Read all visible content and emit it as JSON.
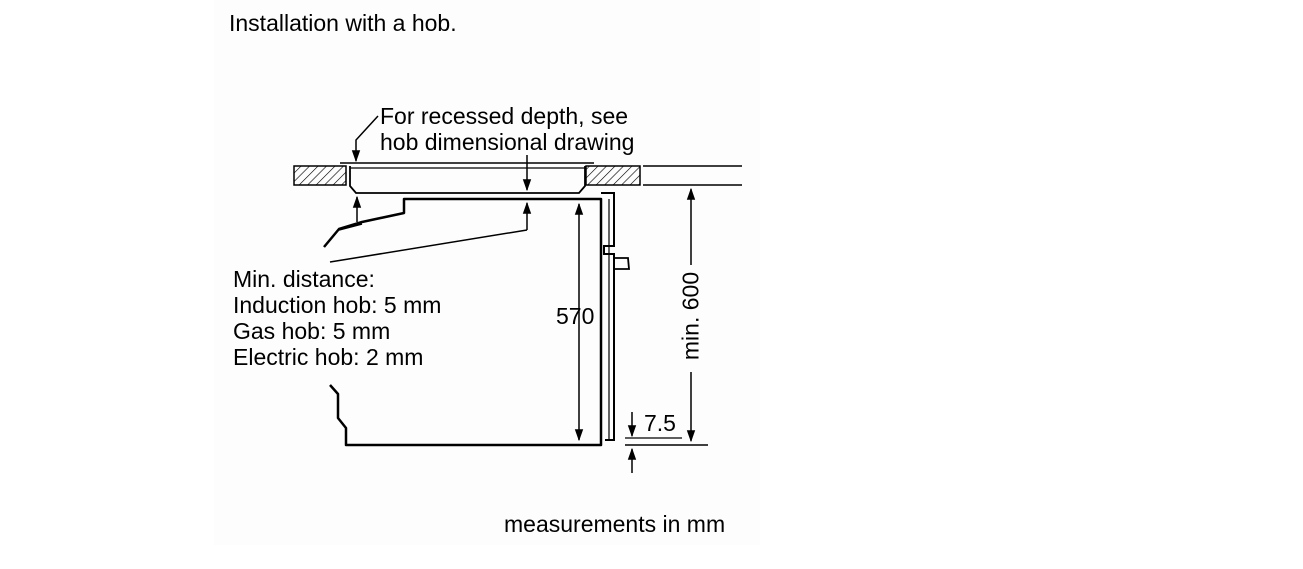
{
  "title": "Installation with a hob.",
  "recess_note": {
    "line1": "For recessed depth, see",
    "line2": "hob dimensional drawing"
  },
  "min_distance": {
    "heading": "Min. distance:",
    "lines": [
      "Induction hob: 5 mm",
      "Gas hob: 5 mm",
      "Electric hob: 2 mm"
    ]
  },
  "dimensions": {
    "height_cavity": "570",
    "height_min": "min. 600",
    "gap": "7.5"
  },
  "footer": "measurements in mm"
}
